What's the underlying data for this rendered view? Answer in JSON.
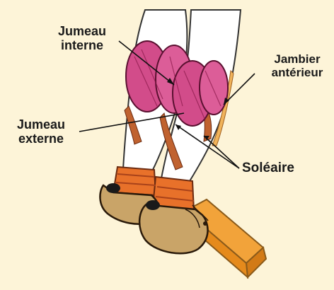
{
  "labels": {
    "jumeau_interne": {
      "line1": "Jumeau",
      "line2": "interne"
    },
    "jumeau_externe": {
      "line1": "Jumeau",
      "line2": "externe"
    },
    "jambier_anterieur": {
      "line1": "Jambier",
      "line2": "antérieur"
    },
    "soleaire": "Soléaire"
  },
  "colors": {
    "background": "#fdf4d8",
    "muscle": "#d24c8a",
    "soleus": "#c0622f",
    "skin": "#ffffff",
    "sock": "#e8712a",
    "shoe": "#c9a468",
    "board": "#e8921e"
  }
}
